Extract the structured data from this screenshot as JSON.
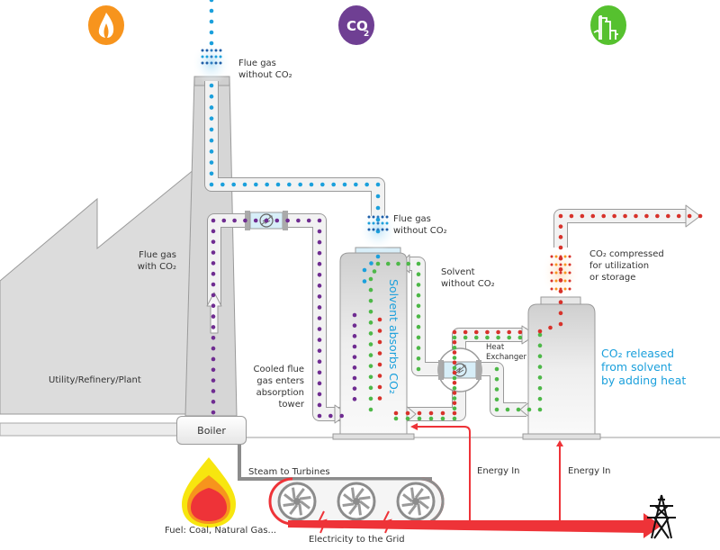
{
  "title": "Carbon capture process diagram",
  "top_icons": [
    {
      "name": "flame-icon",
      "color": "#f7941d"
    },
    {
      "name": "co2-icon",
      "color": "#6f3f93",
      "text": "CO",
      "sub": "2"
    },
    {
      "name": "industrial-plant-icon",
      "color": "#56c12f"
    }
  ],
  "labels": {
    "flue_gas_without_co2_stack": [
      "Flue gas",
      "without CO₂"
    ],
    "flue_gas_with_co2": [
      "Flue gas",
      "with CO₂"
    ],
    "utility": "Utility/Refinery/Plant",
    "cooled_flue_gas": [
      "Cooled flue",
      "gas enters",
      "absorption",
      "tower"
    ],
    "flue_gas_without_co2_absorber": [
      "Flue gas",
      "without CO₂"
    ],
    "solvent_without_co2": [
      "Solvent",
      "without CO₂"
    ],
    "solvent_absorbs": "Solvent absorbs CO₂",
    "heat_exchanger": [
      "Heat",
      "Exchanger"
    ],
    "co2_compressed": [
      "CO₂ compressed",
      "for utilization",
      "or storage"
    ],
    "co2_released": [
      "CO₂ released",
      "from solvent",
      "by adding heat"
    ],
    "boiler": "Boiler",
    "steam_to_turbines": "Steam to Turbines",
    "energy_in_1": "Energy In",
    "energy_in_2": "Energy In",
    "fuel": "Fuel: Coal, Natural Gas...",
    "electricity": "Electricity to the Grid"
  },
  "colors": {
    "flue_gas_clean": "#1ba0dc",
    "flue_gas_co2": "#6f2c91",
    "solvent_lean": "#4db848",
    "co2": "#d7322b",
    "co2_compressed": "#f7941d",
    "energy": "#ee3338",
    "structure": "#dcdcdc",
    "pipe": "#f2f2f2"
  }
}
